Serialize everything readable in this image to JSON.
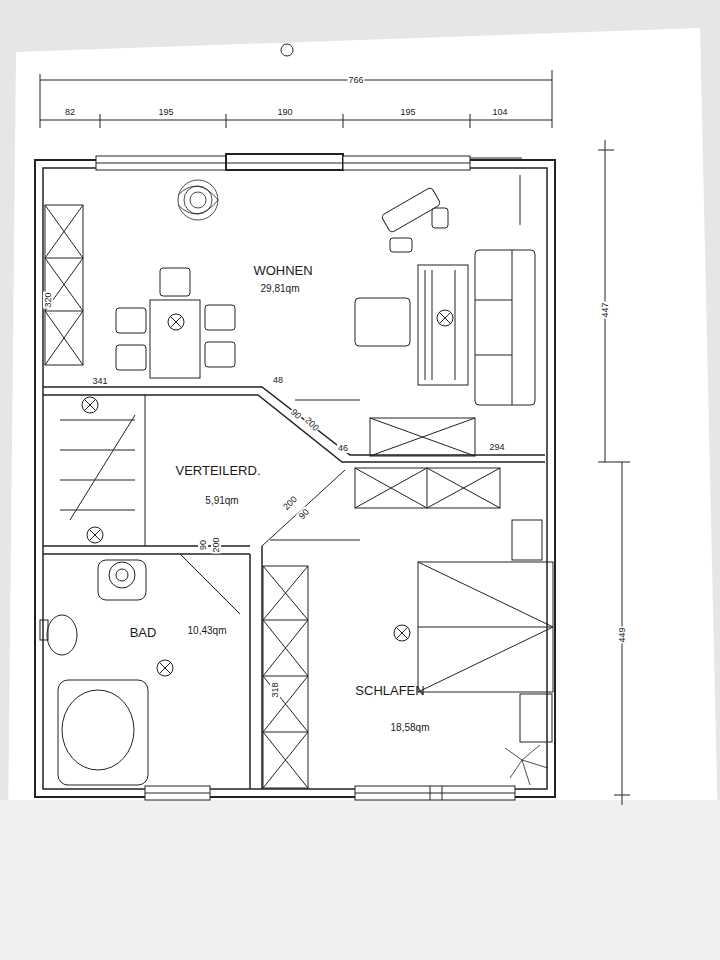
{
  "diagram": {
    "nodes": [
      {
        "text": [
          "WOHNEN",
          "29,81qm"
        ]
      },
      {
        "text": [
          "VERTEILERD.",
          "5,91qm"
        ]
      },
      {
        "text": [
          "BAD",
          "10,43qm"
        ]
      },
      {
        "text": [
          "SCHLAFEN",
          "18,58qm"
        ]
      }
    ],
    "labels": [
      "766",
      "82",
      "195",
      "190",
      "195",
      "104",
      "320",
      "341",
      "48",
      "90",
      "200",
      "46",
      "294",
      "200",
      "90",
      "90",
      "200",
      "318",
      "447",
      "449"
    ]
  }
}
